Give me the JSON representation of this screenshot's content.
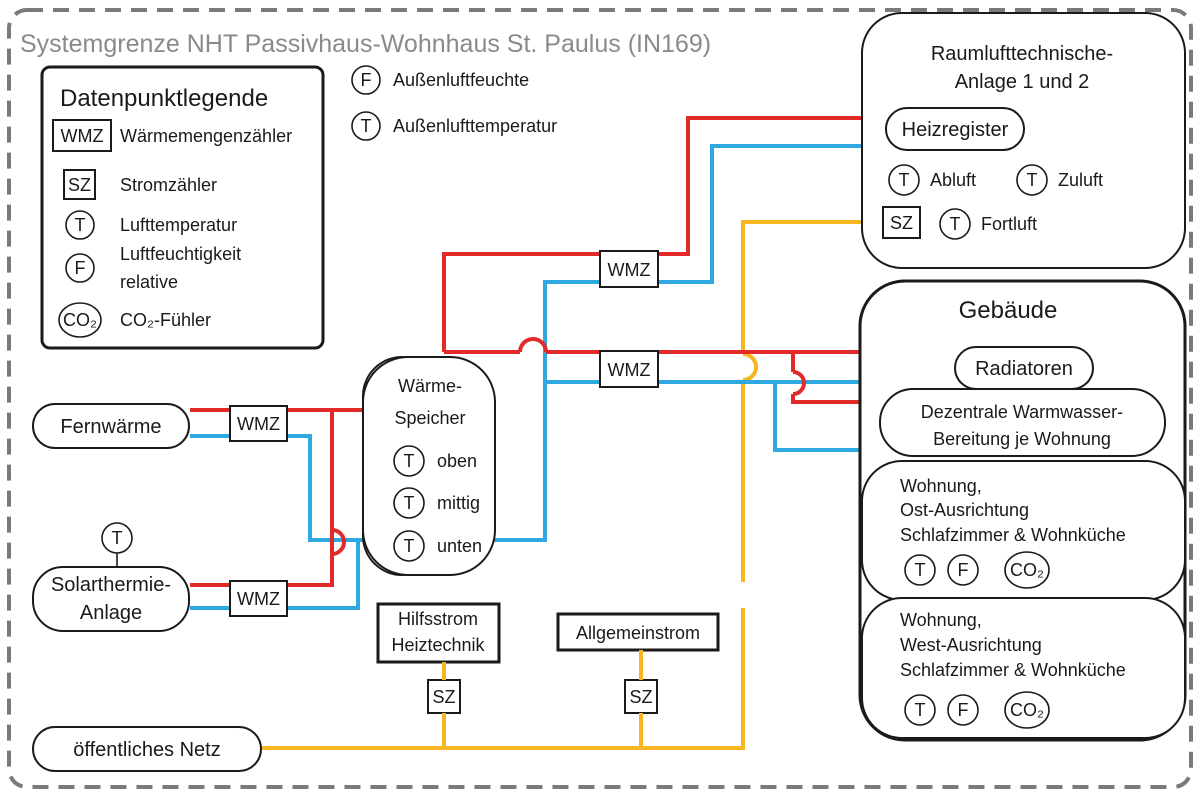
{
  "title": "Systemgrenze NHT Passivhaus-Wohnhaus St. Paulus (IN169)",
  "legend": {
    "heading": "Datenpunktlegende",
    "wmz_symbol": "WMZ",
    "wmz_label": "Wärmemengenzähler",
    "sz_symbol": "SZ",
    "sz_label": "Stromzähler",
    "t_symbol": "T",
    "t_label": "Lufttemperatur",
    "f_symbol": "F",
    "f_label_line1": "Luftfeuchtigkeit",
    "f_label_line2": "relative",
    "co2_symbol": "CO₂",
    "co2_label": "CO₂-Fühler"
  },
  "outside_sensors": {
    "f_symbol": "F",
    "f_label": "Außenluftfeuchte",
    "t_symbol": "T",
    "t_label": "Außenlufttemperatur"
  },
  "rlt": {
    "title_line1": "Raumlufttechnische-",
    "title_line2": "Anlage 1 und 2",
    "heizregister": "Heizregister",
    "t_symbol": "T",
    "abluft": "Abluft",
    "zuluft": "Zuluft",
    "sz_symbol": "SZ",
    "fortluft": "Fortluft"
  },
  "building": {
    "title": "Gebäude",
    "radiatoren": "Radiatoren",
    "dhw_line1": "Dezentrale Warmwasser-",
    "dhw_line2": "Bereitung je Wohnung",
    "apt_east_line1": "Wohnung,",
    "apt_east_line2": "Ost-Ausrichtung",
    "apt_east_line3": "Schlafzimmer & Wohnküche",
    "apt_west_line1": "Wohnung,",
    "apt_west_line2": "West-Ausrichtung",
    "apt_west_line3": "Schlafzimmer & Wohnküche",
    "t_symbol": "T",
    "f_symbol": "F",
    "co2_symbol": "CO₂"
  },
  "storage": {
    "line1": "Wärme-",
    "line2": "Speicher",
    "t_symbol": "T",
    "oben": "oben",
    "mittig": "mittig",
    "unten": "unten"
  },
  "sources": {
    "fernwaerme": "Fernwärme",
    "solar_line1": "Solarthermie-",
    "solar_line2": "Anlage",
    "solar_t": "T",
    "netz": "öffentliches Netz"
  },
  "power": {
    "hilfsstrom_line1": "Hilfsstrom",
    "hilfsstrom_line2": "Heiztechnik",
    "allgemein": "Allgemeinstrom",
    "sz_symbol": "SZ"
  },
  "meters": {
    "wmz": "WMZ"
  },
  "colors": {
    "supply": "#e32a2a",
    "return": "#2ea8e0",
    "electric": "#f7b51f",
    "boundary": "#7a7a7a"
  }
}
